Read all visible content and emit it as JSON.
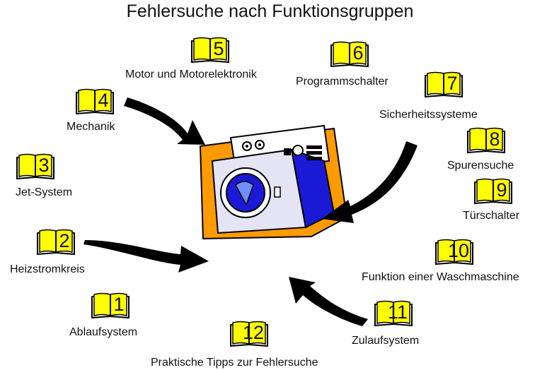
{
  "title": "Fehlersuche nach Funktionsgruppen",
  "colors": {
    "book_pages": "#ffff00",
    "book_outline": "#000000",
    "machine_body": "#1a1ad6",
    "machine_frame": "#ff9a00"
  },
  "groups": [
    {
      "number": "1",
      "label": "Ablaufsystem"
    },
    {
      "number": "2",
      "label": "Heizstromkreis"
    },
    {
      "number": "3",
      "label": "Jet-System"
    },
    {
      "number": "4",
      "label": "Mechanik"
    },
    {
      "number": "5",
      "label": "Motor und Motorelektronik"
    },
    {
      "number": "6",
      "label": "Programmschalter"
    },
    {
      "number": "7",
      "label": "Sicherheitssysteme"
    },
    {
      "number": "8",
      "label": "Spurensuche"
    },
    {
      "number": "9",
      "label": "Türschalter"
    },
    {
      "number": "10",
      "label": "Funktion einer Waschmaschine"
    },
    {
      "number": "11",
      "label": "Zulaufsystem"
    },
    {
      "number": "12",
      "label": "Praktische Tipps zur Fehlersuche"
    }
  ]
}
